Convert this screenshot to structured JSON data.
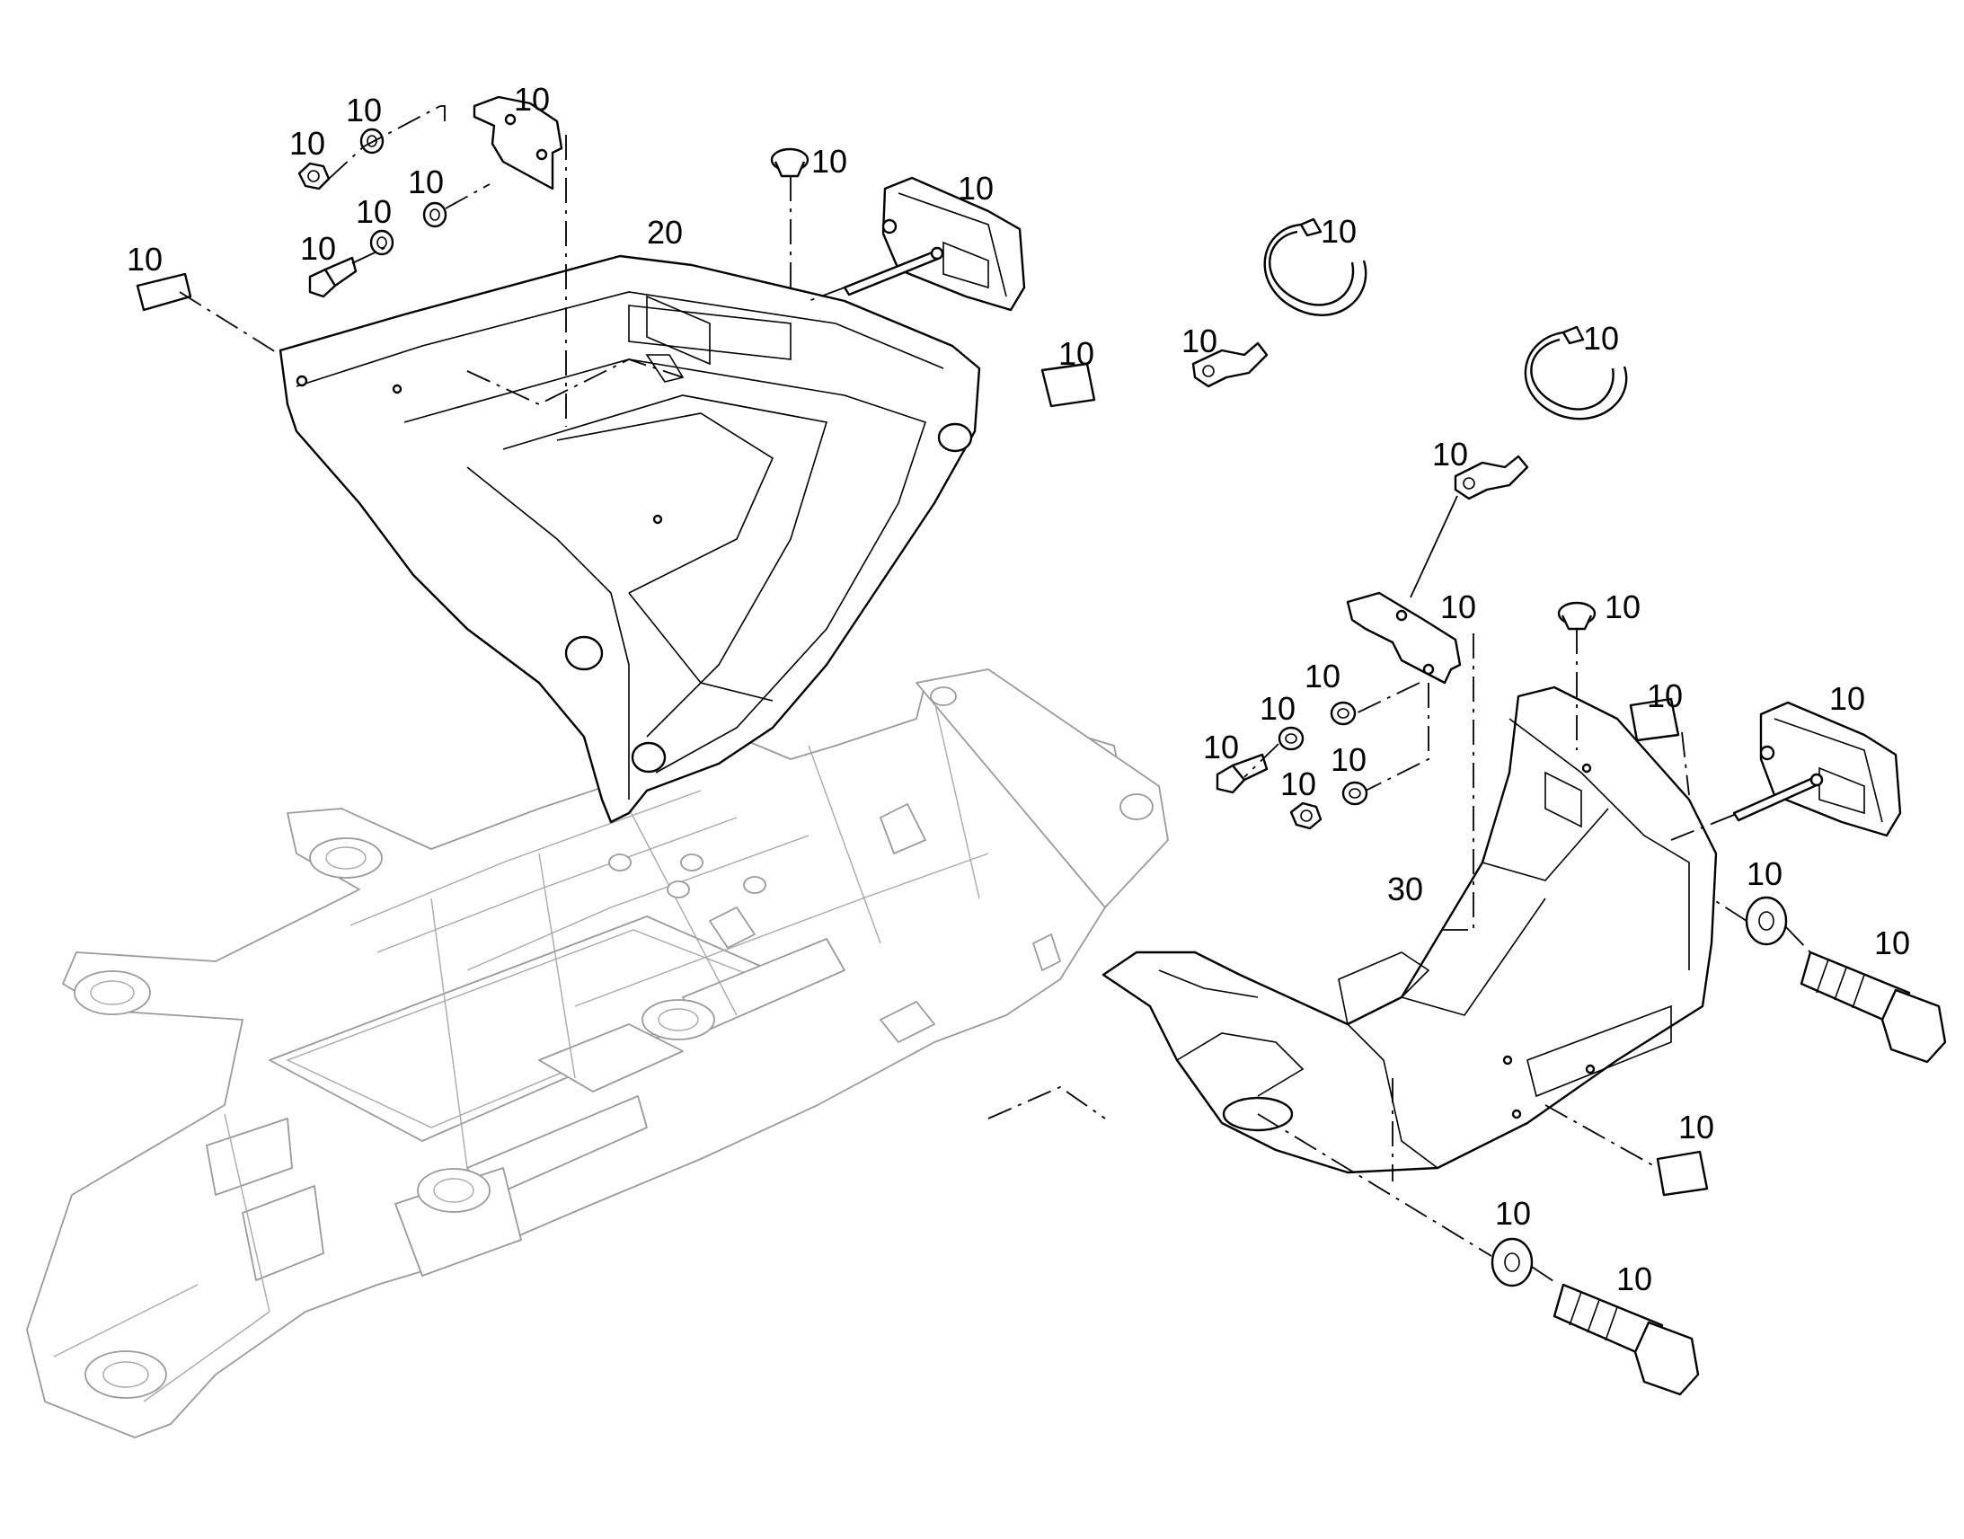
{
  "diagram": {
    "type": "exploded parts view",
    "callouts": [
      "10",
      "20",
      "30"
    ]
  }
}
